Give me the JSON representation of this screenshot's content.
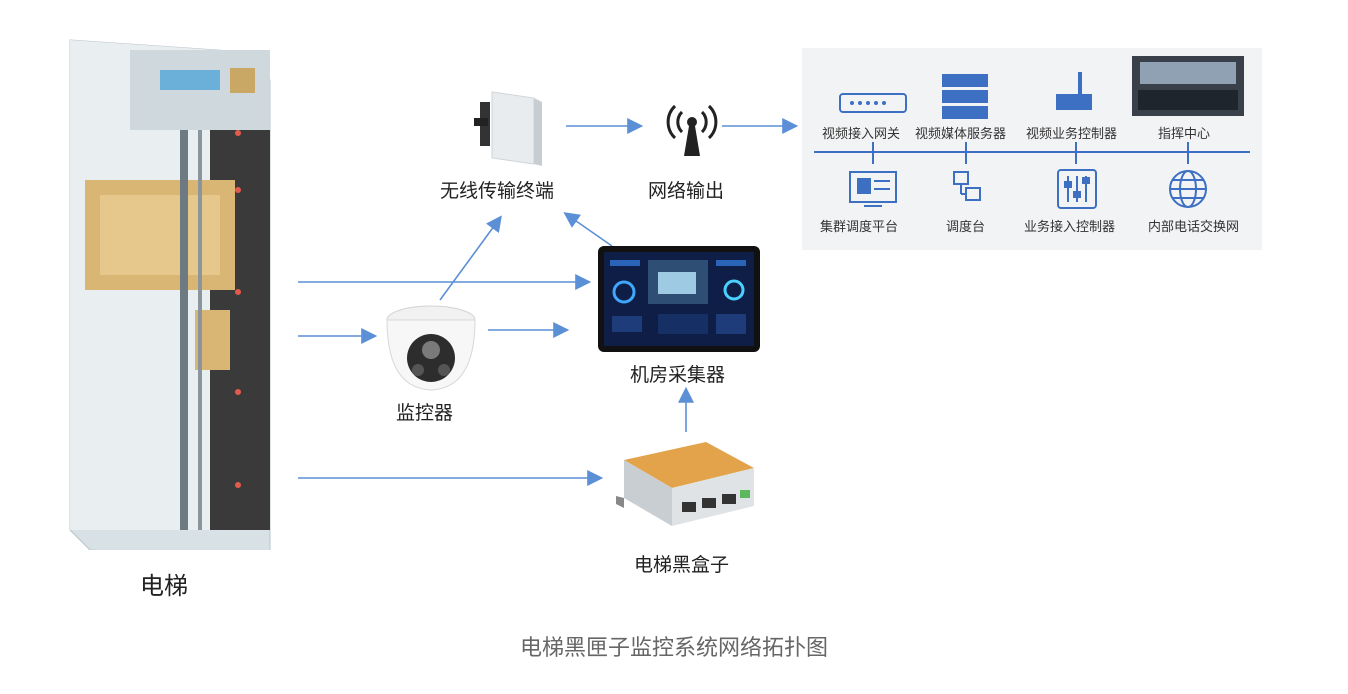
{
  "nodes": {
    "elevator": "电梯",
    "wireless": "无线传输终端",
    "network": "网络输出",
    "camera": "监控器",
    "collector": "机房采集器",
    "blackbox": "电梯黑盒子"
  },
  "panel": {
    "top": [
      "视频接入网关",
      "视频媒体服务器",
      "视频业务控制器",
      "指挥中心"
    ],
    "bottom": [
      "集群调度平台",
      "调度台",
      "业务接入控制器",
      "内部电话交换网"
    ]
  },
  "caption": "电梯黑匣子监控系统网络拓扑图",
  "colors": {
    "arrow": "#5b8fd6",
    "panel_line": "#3d6fc2",
    "icon": "#3d6fc2"
  }
}
